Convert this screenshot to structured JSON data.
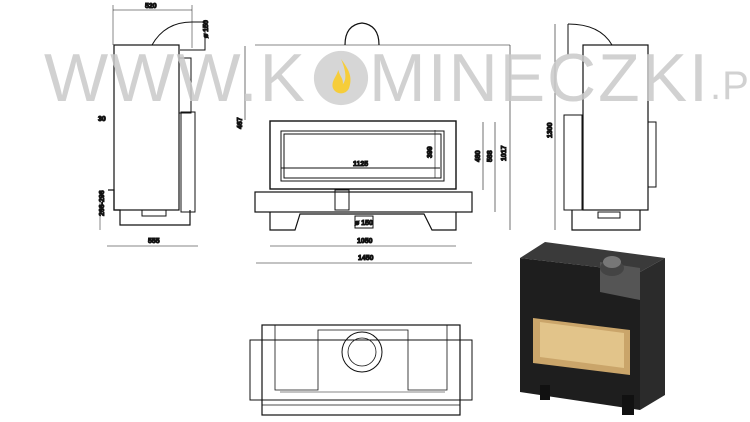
{
  "watermark": {
    "prefix": "WWW.K",
    "suffix": "MINECZKI",
    "domain": ".PL"
  },
  "side_view_left": {
    "depth": "520",
    "flue": "ø 150",
    "offset": "30",
    "base_height": "266-296",
    "base_depth": "555"
  },
  "front_view": {
    "top_height": "467",
    "glass_width": "1125",
    "glass_height": "399",
    "opening_height": "480",
    "body_height": "588",
    "total_height": "1017",
    "flue_outlet": "ø 150",
    "base_width": "1050",
    "total_width": "1450"
  },
  "side_view_right": {
    "total_height": "1300"
  },
  "colors": {
    "line": "#111111",
    "watermark": "#c9c9c9",
    "flame": "#f5c518"
  }
}
